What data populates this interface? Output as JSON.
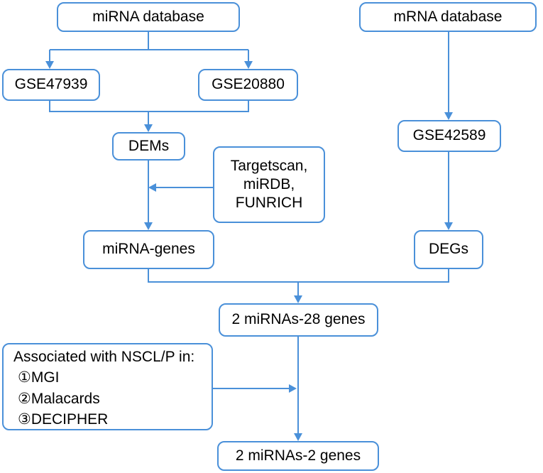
{
  "diagram": {
    "nodes": {
      "mirna_db": "miRNA database",
      "mrna_db": "mRNA database",
      "gse47939": "GSE47939",
      "gse20880": "GSE20880",
      "gse42589": "GSE42589",
      "dems": "DEMs",
      "tools": [
        "Targetscan,",
        "miRDB,",
        "FUNRICH"
      ],
      "mirna_genes": "miRNA-genes",
      "degs": "DEGs",
      "mirnas28": "2 miRNAs-28 genes",
      "assoc": {
        "title": "Associated with NSCL/P in:",
        "items": [
          "①MGI",
          "②Malacards",
          "③DECIPHER"
        ]
      },
      "mirnas2": "2 miRNAs-2 genes"
    },
    "colors": {
      "line": "#4A90D9",
      "text": "#000000"
    }
  }
}
